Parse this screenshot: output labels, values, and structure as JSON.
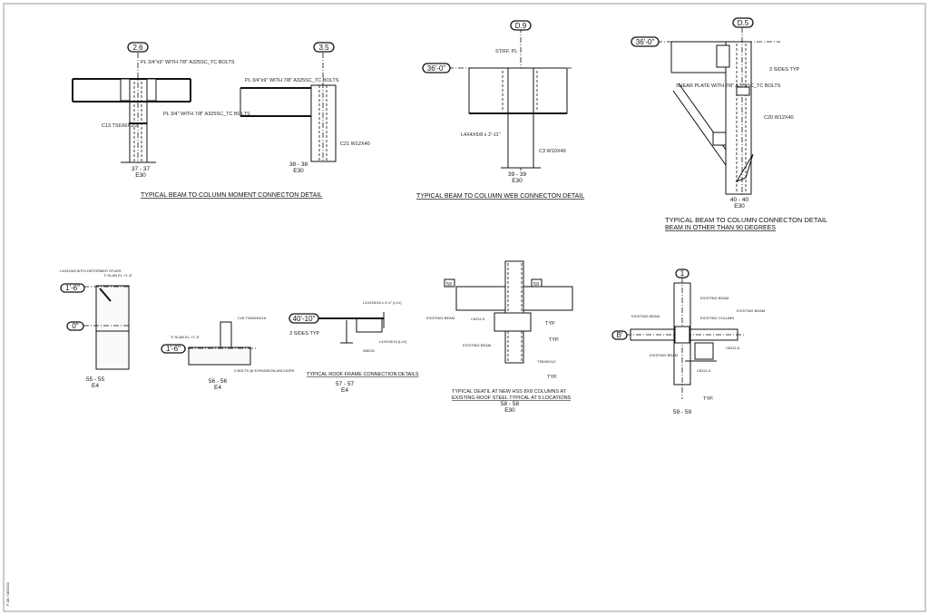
{
  "sheet": {
    "side_note": "F-08 / 08/2024"
  },
  "details": [
    {
      "section": "37 - 37",
      "sheet": "E30",
      "grid": "2.6",
      "labels": [
        "PL 3/4\"x9\" WITH 7/8\" A325SC_TC BOLTS",
        "PL 3/4\" WITH 7/8\" A325SC_TC BOLTS",
        "C13 TS6X6X1/2"
      ]
    },
    {
      "section": "38 - 38",
      "sheet": "E30",
      "grid": "3.5",
      "labels": [
        "PL 3/4\"x9\" WITH 7/8\" A325SC_TC BOLTS",
        "C21 W12X40"
      ]
    },
    {
      "section": "39 - 39",
      "sheet": "E30",
      "grid": "D.9",
      "elevation": "36'-0\"",
      "labels": [
        "STIFF. PL",
        "L4X4X5/8 x 2'-11\"",
        "C3 W10X49"
      ]
    },
    {
      "section": "40 - 40",
      "sheet": "E30",
      "grid": "D.5",
      "elevation": "36'-0\"",
      "weld_note": "3 SIDES TYP",
      "labels": [
        "SHEAR PLATE WITH 7/8\" A325SC_TC BOLTS",
        "C20 W12X40"
      ]
    },
    {
      "section": "55 - 55",
      "sheet": "E4",
      "elevations": [
        "1'-6\"",
        "0\""
      ],
      "labels": [
        "T/ SLAB EL.+1'-6\"",
        "L4X4X3/8 WITH DEFORMED STUDS"
      ]
    },
    {
      "section": "56 - 56",
      "sheet": "E4",
      "elevation": "1'-6\"",
      "labels": [
        "T/ SLAB EL.+1'-6\"",
        "C26 TS6X6X5/16",
        "2 BOLTS @ EXPANSION ANCHORS"
      ]
    },
    {
      "section": "57 - 57",
      "sheet": "E4",
      "elevation": "40'-10\"",
      "weld_note": "3 SIDES TYP",
      "labels": [
        "L4X4X5/16 x 4'-4\" (LLV)",
        "L4X4X5/16 (LLV)",
        "W8X31"
      ]
    },
    {
      "section": "58 - 58",
      "sheet": "E30",
      "cut_marks": [
        "59",
        "59"
      ],
      "weld_notes": [
        "TYP",
        "TYP.",
        "TYP."
      ],
      "labels": [
        "C8X11.5",
        "EXISTING BEAM",
        "EXISTING BEAM",
        "TS8X8X1/2"
      ]
    },
    {
      "section": "59 - 59",
      "sheet": "",
      "grid": "1",
      "grid_row": "B'",
      "weld_notes": [
        "TYP."
      ],
      "labels": [
        "EXISTING BEAM",
        "EXISTING COLUMN",
        "EXISTING BEAM",
        "EXISTING BEAM",
        "EXISTING BEAM",
        "C8X11.5",
        "C8X11.5"
      ]
    }
  ],
  "titles": {
    "moment": "TYPICAL BEAM TO COLUMN MOMENT CONNECTON DETAIL",
    "web": "TYPICAL BEAM TO COLUMN WEB CONNECTON DETAIL",
    "angle_1": "TYPICAL BEAM TO COLUMN CONNECTON DETAIL",
    "angle_2": "BEAM IN OTHER THAN 90 DEGREES",
    "roof": "TYPICAL ROOF FRAME CONNECTION DETAILS",
    "hss_1": "TYPICAL DEATIL AT NEW HSS 8X8 COLUMNS AT",
    "hss_2": "EXISTING ROOF STEEL TYPICAL AT 5 LOCATIONS"
  }
}
